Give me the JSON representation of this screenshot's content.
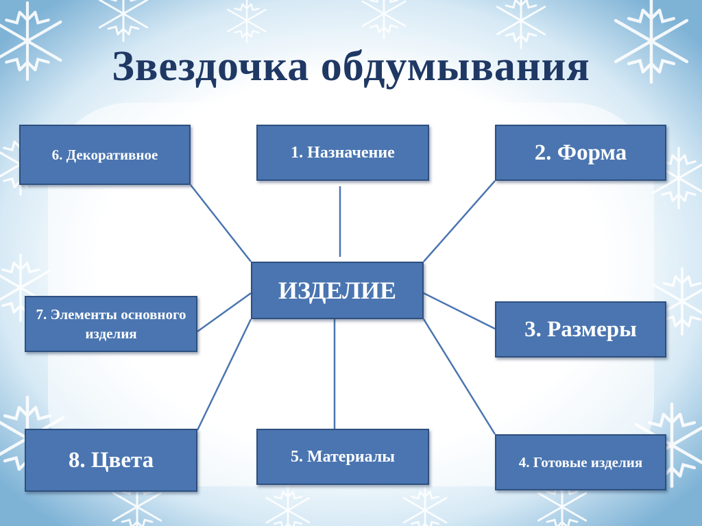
{
  "title": "Звездочка обдумывания",
  "center": "ИЗДЕЛИЕ",
  "nodes": {
    "n1": "1. Назначение",
    "n2": "2. Форма",
    "n3": "3. Размеры",
    "n4": "4. Готовые изделия",
    "n5": "5. Материалы",
    "n6": "6. Декоративное",
    "n7": "7. Элементы основного изделия",
    "n8": "8.  Цвета"
  },
  "colors": {
    "box_fill": "#4a75b0",
    "box_border": "#2e4f7f",
    "title": "#1f3864",
    "connector": "#4a75b0"
  }
}
